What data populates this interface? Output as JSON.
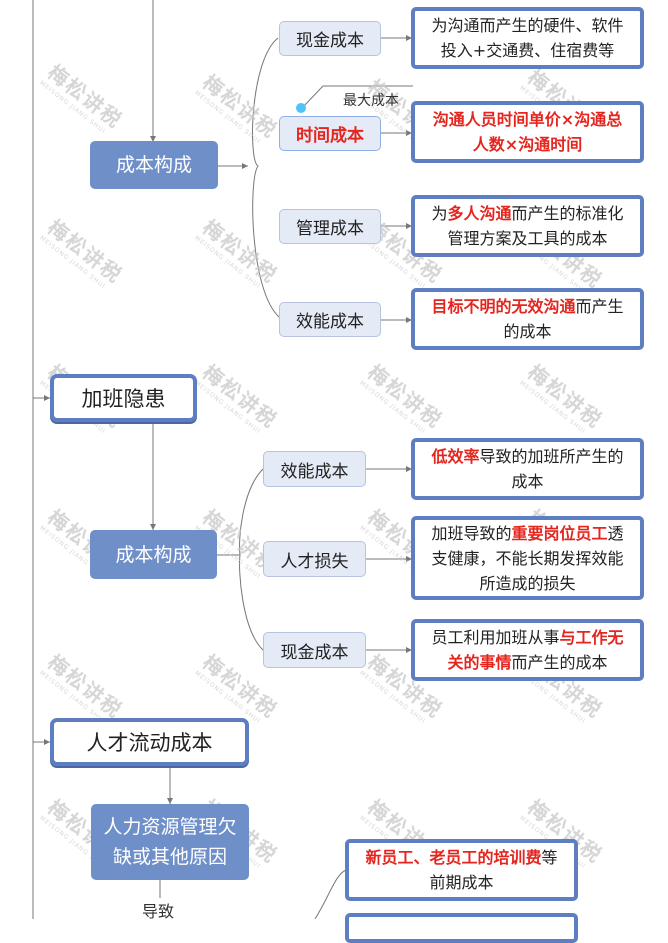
{
  "section_overtime": {
    "title": "加班隐患"
  },
  "section_turnover": {
    "title": "人才流动成本"
  },
  "communication": {
    "cost_node": "成本构成",
    "items": [
      {
        "label": "现金成本",
        "desc": [
          "为沟通而产生的硬件、软件",
          "投入+交通费、住宿费等"
        ]
      },
      {
        "label": "时间成本",
        "desc": [
          "沟通人员时间单价×沟通总",
          "人数×沟通时间"
        ],
        "note": "最大成本"
      },
      {
        "label": "管理成本",
        "desc_hl": "多人沟通",
        "desc_pre": "为",
        "desc_post": "而产生的标准化",
        "desc_line2": "管理方案及工具的成本"
      },
      {
        "label": "效能成本",
        "desc_hl": "目标不明的无效沟通",
        "desc_post": "而产生",
        "desc_line2": "的成本"
      }
    ]
  },
  "overtime": {
    "cost_node": "成本构成",
    "items": [
      {
        "label": "效能成本",
        "desc_hl": "低效率",
        "desc_post": "导致的加班所产生的",
        "desc_line2": "成本"
      },
      {
        "label": "人才损失",
        "desc_pre": "加班导致的",
        "desc_hl": "重要岗位员工",
        "desc_post": "透",
        "desc_line2": "支健康，不能长期发挥效能",
        "desc_line3": "所造成的损失"
      },
      {
        "label": "现金成本",
        "desc_pre": "员工利用加班从事",
        "desc_hl": "与工作无",
        "desc_hl2": "关的事情",
        "desc_post2": "而产生的成本"
      }
    ]
  },
  "turnover": {
    "cause_lines": [
      "人力资源管理欠",
      "缺或其他原因"
    ],
    "edge_label": "导致",
    "item": {
      "desc_hl": "新员工、老员工的培训费",
      "desc_post": "等",
      "desc_line2": "前期成本"
    }
  },
  "watermark": {
    "text": "梅松讲税",
    "sub": "MEISONG JIANG SHUI"
  },
  "colors": {
    "accent": "#5d7fc2",
    "node_fill": "#6f8fc9",
    "highlight": "#e5261f",
    "pale": "#e4eaf6"
  }
}
